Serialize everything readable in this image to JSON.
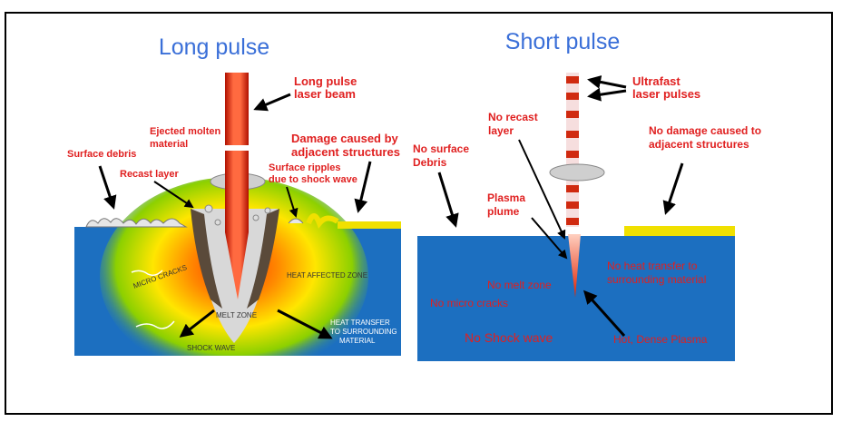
{
  "left": {
    "title": "Long pulse",
    "beam_label_1": "Long pulse",
    "beam_label_2": "laser beam",
    "ejected_1": "Ejected molten",
    "ejected_2": "material",
    "surface_debris": "Surface debris",
    "recast_layer": "Recast layer",
    "damage_1": "Damage caused by",
    "damage_2": "adjacent structures",
    "ripples_1": "Surface ripples",
    "ripples_2": "due to shock wave",
    "haz": "HEAT AFFECTED ZONE",
    "micro_cracks": "MICRO CRACKS",
    "melt_zone": "MELT ZONE",
    "shock_wave": "SHOCK WAVE",
    "heat_1": "HEAT TRANSFER",
    "heat_2": "TO SURROUNDING",
    "heat_3": "MATERIAL"
  },
  "right": {
    "title": "Short pulse",
    "ultrafast_1": "Ultrafast",
    "ultrafast_2": "laser pulses",
    "no_recast_1": "No recast",
    "no_recast_2": "layer",
    "no_surface_1": "No surface",
    "no_surface_2": "Debris",
    "no_damage_1": "No damage caused to",
    "no_damage_2": "adjacent structures",
    "plasma_1": "Plasma",
    "plasma_2": "plume",
    "no_heat_1": "No heat transfer to",
    "no_heat_2": "surrounding material",
    "no_melt": "No melt zone",
    "no_micro": "No micro cracks",
    "no_shock": "No Shock wave",
    "hot_plasma": "Hot, Dense Plasma"
  },
  "colors": {
    "title_blue": "#3a6fd8",
    "label_red": "#e02020",
    "substrate_blue": "#1c6fc0",
    "beam_red": "#d02a10",
    "coating_yellow": "#f0e000"
  }
}
